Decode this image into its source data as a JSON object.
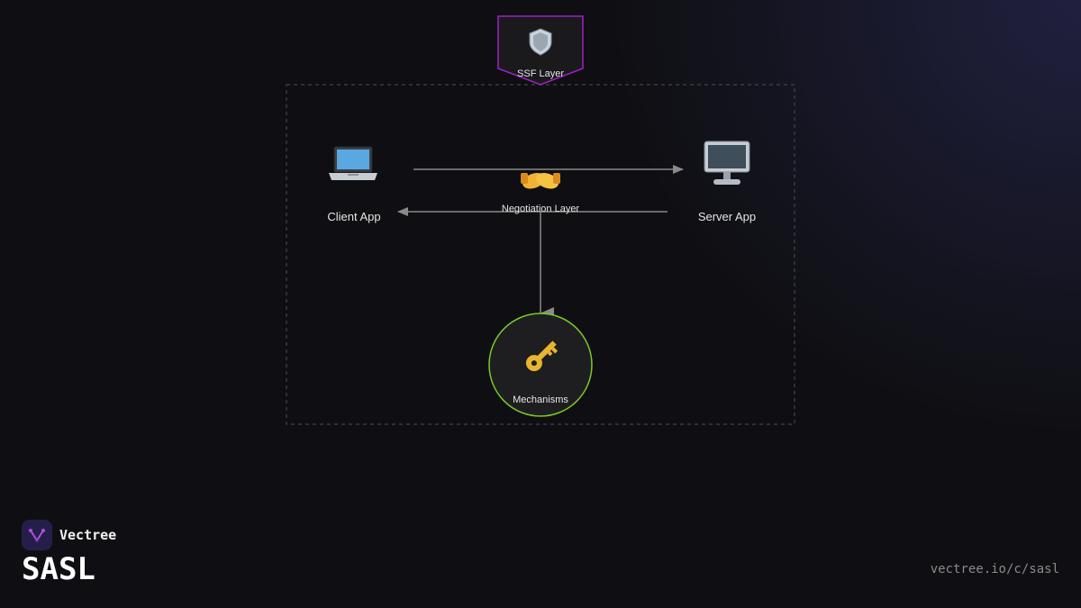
{
  "diagram": {
    "layer_badge": {
      "label": "SSF Layer",
      "icon": "shield-icon",
      "border_color": "#a020c8"
    },
    "client": {
      "label": "Client App",
      "icon": "laptop-icon"
    },
    "server": {
      "label": "Server App",
      "icon": "desktop-computer-icon"
    },
    "negotiation": {
      "label": "Negotiation Layer",
      "icon": "handshake-icon"
    },
    "mechanisms": {
      "label": "Mechanisms",
      "icon": "key-icon",
      "border_color": "#7ac92a"
    },
    "edges": [
      {
        "from": "client",
        "to": "server"
      },
      {
        "from": "server",
        "to": "client"
      },
      {
        "from": "negotiation",
        "to": "mechanisms"
      }
    ]
  },
  "brand": {
    "name": "Vectree",
    "logo_color": "#241f4a"
  },
  "page": {
    "title": "SASL",
    "url": "vectree.io/c/sasl"
  }
}
